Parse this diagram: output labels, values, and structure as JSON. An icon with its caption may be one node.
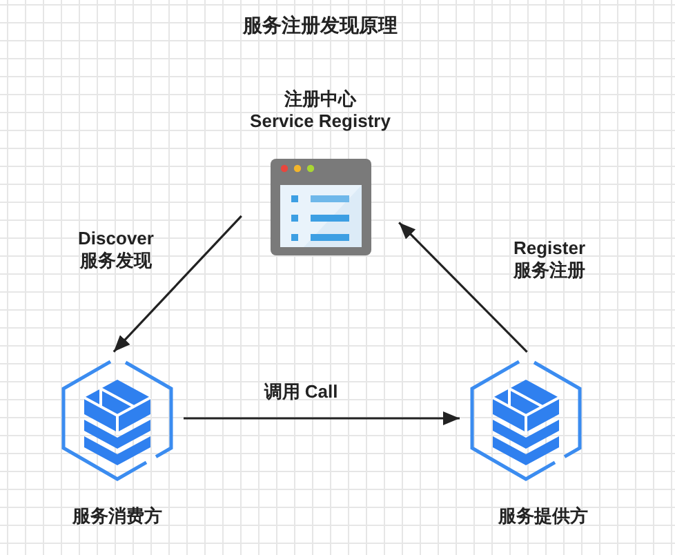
{
  "diagram": {
    "title": "服务注册发现原理",
    "nodes": [
      {
        "text": [
          "注册中心",
          "Service Registry"
        ]
      },
      {
        "text": [
          "服务消费方"
        ]
      },
      {
        "text": [
          "服务提供方"
        ]
      }
    ],
    "edges": [
      {
        "from": 0,
        "to": 1,
        "arrow": "to",
        "label": "Discover 服务发现"
      },
      {
        "from": 2,
        "to": 0,
        "arrow": "to",
        "label": "Register 服务注册"
      },
      {
        "from": 1,
        "to": 2,
        "arrow": "to",
        "label": "调用 Call"
      }
    ]
  }
}
